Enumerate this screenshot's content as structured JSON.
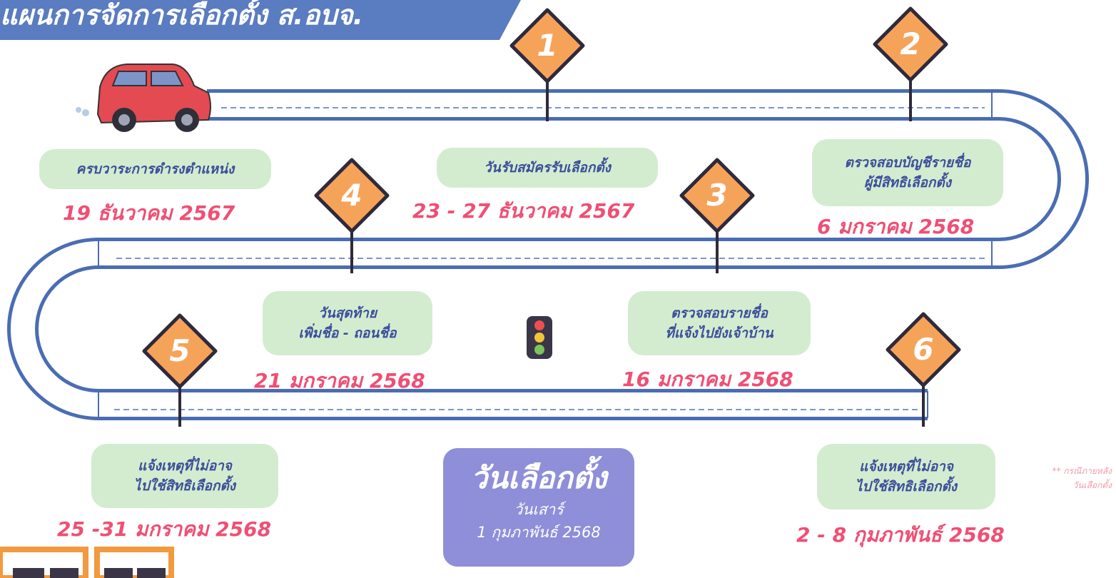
{
  "header": {
    "title": "แผนการจัดการเลือกตั้ง ส.อบจ."
  },
  "milestones": [
    {
      "number": "1",
      "label": [
        "วันรับสมัครรับเลือกตั้ง"
      ],
      "date": "23 - 27 ธันวาคม 2567"
    },
    {
      "number": "2",
      "label": [
        "ตรวจสอบบัญชีรายชื่อ",
        "ผู้มีสิทธิเลือกตั้ง"
      ],
      "date": "6 มกราคม 2568"
    },
    {
      "number": "3",
      "label": [
        "ตรวจสอบรายชื่อ",
        "ที่แจ้งไปยังเจ้าบ้าน"
      ],
      "date": "16 มกราคม 2568"
    },
    {
      "number": "4",
      "label": [
        "วันสุดท้าย",
        "เพิ่มชื่อ - ถอนชื่อ"
      ],
      "date": "21 มกราคม 2568"
    },
    {
      "number": "5",
      "label": [
        "แจ้งเหตุที่ไม่อาจ",
        "ไปใช้สิทธิเลือกตั้ง"
      ],
      "date": "25 -31 มกราคม 2568"
    },
    {
      "number": "6",
      "label": [
        "แจ้งเหตุที่ไม่อาจ",
        "ไปใช้สิทธิเลือกตั้ง"
      ],
      "date": "2 - 8 กุมภาพันธ์ 2568"
    }
  ],
  "start": {
    "label": "ครบวาระการดำรงตำแหน่ง",
    "date": "19 ธันวาคม 2567"
  },
  "election_day": {
    "title": "วันเลือกตั้ง",
    "day": "วันเสาร์",
    "date": "1 กุมภาพันธ์ 2568"
  },
  "note": {
    "line1": "** กรณีภายหลัง",
    "line2": "วันเลือกตั้ง"
  },
  "colors": {
    "road_outline": "#4a6db3",
    "road_fill": "#ffffff",
    "sign": "#f6a35a",
    "sign_outline": "#2f2a3b",
    "pill": "#d3ecd0",
    "date_text": "#ef4f74",
    "election_box": "#8e8ed9",
    "banner": "#5a7cc0"
  },
  "icons": [
    "car-icon",
    "traffic-light-icon",
    "diamond-road-sign"
  ]
}
